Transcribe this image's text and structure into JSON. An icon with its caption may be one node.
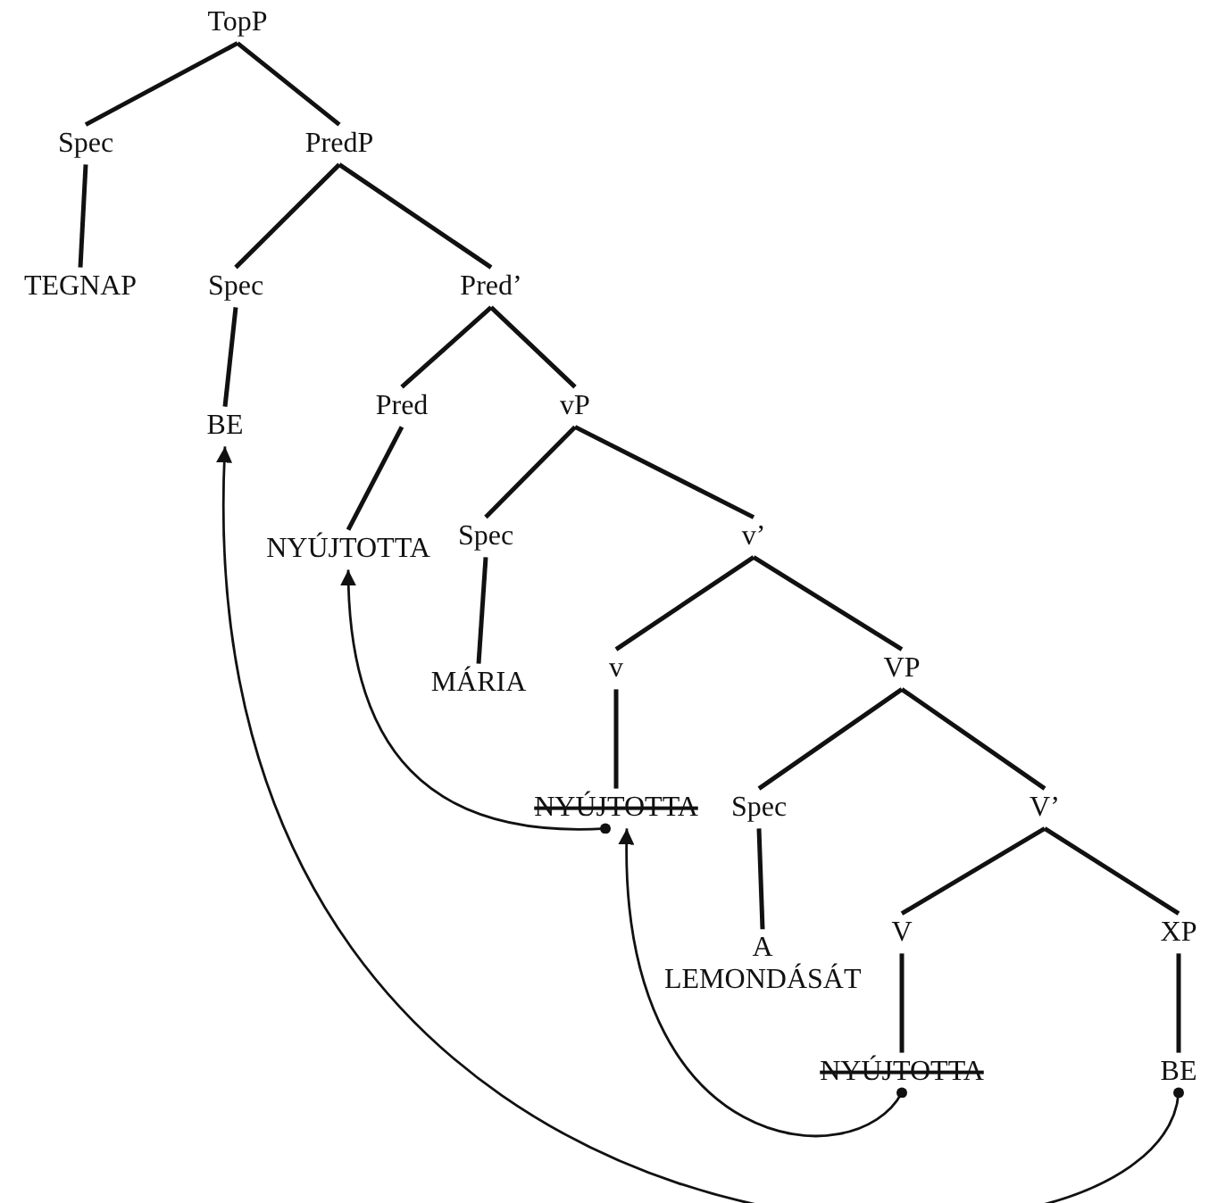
{
  "diagram": {
    "nodes": [
      {
        "text": [
          "TopP"
        ]
      },
      {
        "text": [
          "Spec"
        ]
      },
      {
        "text": [
          "PredP"
        ]
      },
      {
        "text": [
          "TEGNAP"
        ]
      },
      {
        "text": [
          "Spec"
        ]
      },
      {
        "text": [
          "Pred’"
        ]
      },
      {
        "text": [
          "BE"
        ]
      },
      {
        "text": [
          "Pred"
        ]
      },
      {
        "text": [
          "vP"
        ]
      },
      {
        "text": [
          "NYÚJTOTTA"
        ]
      },
      {
        "text": [
          "Spec"
        ]
      },
      {
        "text": [
          "v’"
        ]
      },
      {
        "text": [
          "MÁRIA"
        ]
      },
      {
        "text": [
          "v"
        ]
      },
      {
        "text": [
          "VP"
        ]
      },
      {
        "text": [
          "NYÚJTOTTA"
        ]
      },
      {
        "text": [
          "Spec"
        ]
      },
      {
        "text": [
          "V’"
        ]
      },
      {
        "text": [
          "A LEMONDÁSÁT"
        ]
      },
      {
        "text": [
          "V"
        ]
      },
      {
        "text": [
          "XP"
        ]
      },
      {
        "text": [
          "NYÚJTOTTA"
        ]
      },
      {
        "text": [
          "BE"
        ]
      }
    ],
    "edges": [
      {
        "from": 0,
        "to": 1,
        "arrow": "none"
      },
      {
        "from": 0,
        "to": 2,
        "arrow": "none"
      },
      {
        "from": 1,
        "to": 3,
        "arrow": "none"
      },
      {
        "from": 2,
        "to": 4,
        "arrow": "none"
      },
      {
        "from": 2,
        "to": 5,
        "arrow": "none"
      },
      {
        "from": 4,
        "to": 6,
        "arrow": "none"
      },
      {
        "from": 5,
        "to": 7,
        "arrow": "none"
      },
      {
        "from": 5,
        "to": 8,
        "arrow": "none"
      },
      {
        "from": 7,
        "to": 9,
        "arrow": "none"
      },
      {
        "from": 8,
        "to": 10,
        "arrow": "none"
      },
      {
        "from": 8,
        "to": 11,
        "arrow": "none"
      },
      {
        "from": 10,
        "to": 12,
        "arrow": "none"
      },
      {
        "from": 11,
        "to": 13,
        "arrow": "none"
      },
      {
        "from": 11,
        "to": 14,
        "arrow": "none"
      },
      {
        "from": 13,
        "to": 15,
        "arrow": "none"
      },
      {
        "from": 14,
        "to": 16,
        "arrow": "none"
      },
      {
        "from": 14,
        "to": 17,
        "arrow": "none"
      },
      {
        "from": 16,
        "to": 18,
        "arrow": "none"
      },
      {
        "from": 17,
        "to": 19,
        "arrow": "none"
      },
      {
        "from": 17,
        "to": 20,
        "arrow": "none"
      },
      {
        "from": 19,
        "to": 21,
        "arrow": "none"
      },
      {
        "from": 20,
        "to": 22,
        "arrow": "none"
      },
      {
        "from": 21,
        "to": 15,
        "arrow": "to"
      },
      {
        "from": 15,
        "to": 9,
        "arrow": "to"
      },
      {
        "from": 22,
        "to": 6,
        "arrow": "to"
      }
    ]
  }
}
